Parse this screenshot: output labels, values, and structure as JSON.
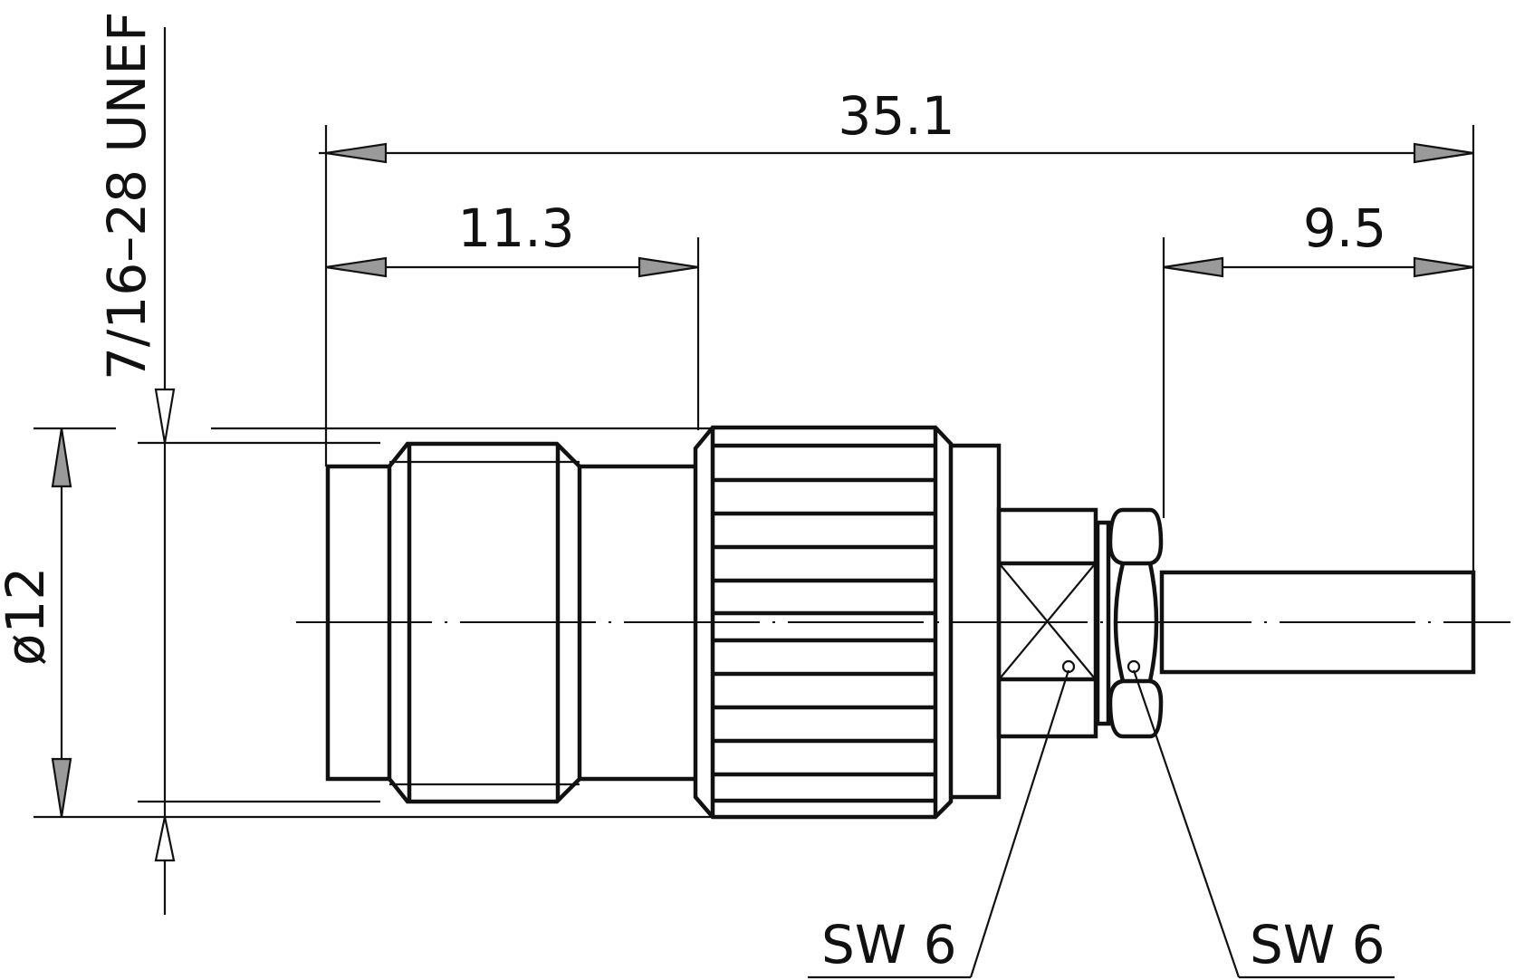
{
  "drawing": {
    "subject": "Coaxial connector side view technical drawing",
    "line_color": "#111111",
    "background": "#ffffff"
  },
  "dimensions": {
    "overall_length": "35.1",
    "front_section_length": "11.3",
    "rear_section_length": "9.5",
    "diameter": "ø12",
    "thread_spec": "7/16–28 UNEF"
  },
  "annotations": {
    "wrench_size_left": "SW 6",
    "wrench_size_right": "SW 6"
  }
}
